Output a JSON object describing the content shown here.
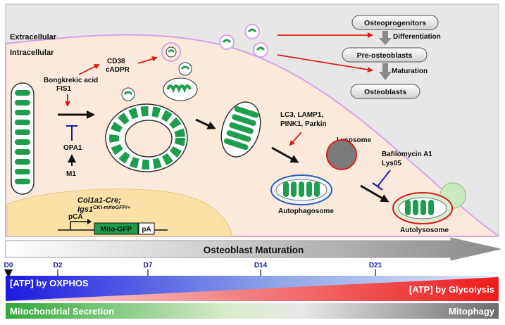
{
  "compartments": {
    "extracellular": "Extracellular",
    "intracellular": "Intracellular"
  },
  "lineage": {
    "stages": [
      "Osteoprogenitors",
      "Pre-osteoblasts",
      "Osteoblasts"
    ],
    "transitions": [
      "Differentiation",
      "Maturation"
    ]
  },
  "regulators": {
    "cd38": "CD38",
    "cadpr": "cADPR",
    "bongkrekic": "Bongkrekic acid",
    "fis1": "FIS1",
    "opa1": "OPA1",
    "m1": "M1",
    "mitophagy_markers": [
      "LC3, LAMP1,",
      "PINK1, Parkin"
    ],
    "lysosome": "Lysosome",
    "inhibitors": [
      "Bafilomycin A1",
      "Lys05"
    ]
  },
  "vesicles": {
    "autophagosome": "Autophagosome",
    "autolysosome": "Autolysosome"
  },
  "construct": {
    "genotype_line1": "Col1a1-Cre;",
    "genotype_line2_base": "Igs1",
    "genotype_line2_sup": "CKI-mitoGFP/+",
    "promoter": "pCA",
    "reporter": "Mito-GFP",
    "polya": "pA"
  },
  "timeline": {
    "title": "Osteoblast Maturation",
    "days": [
      "D0",
      "D2",
      "D7",
      "D14",
      "D21"
    ],
    "atp_oxphos": "[ATP] by OXPHOS",
    "atp_glycolysis": "[ATP] by Glycolysis",
    "secretion": "Mitochondrial Secretion",
    "mitophagy": "Mitophagy"
  },
  "colors": {
    "mito_green": "#1e9e4c",
    "cell_fill": "#fbe9dc",
    "membrane": "#d9a3e8",
    "red_arrow": "#e01b1b",
    "blue_inhibit": "#1a1aa6",
    "oxphos_blue": "#1b1be0",
    "glycolysis_red": "#ee1c1c",
    "secretion_green": "#2fa83a"
  }
}
